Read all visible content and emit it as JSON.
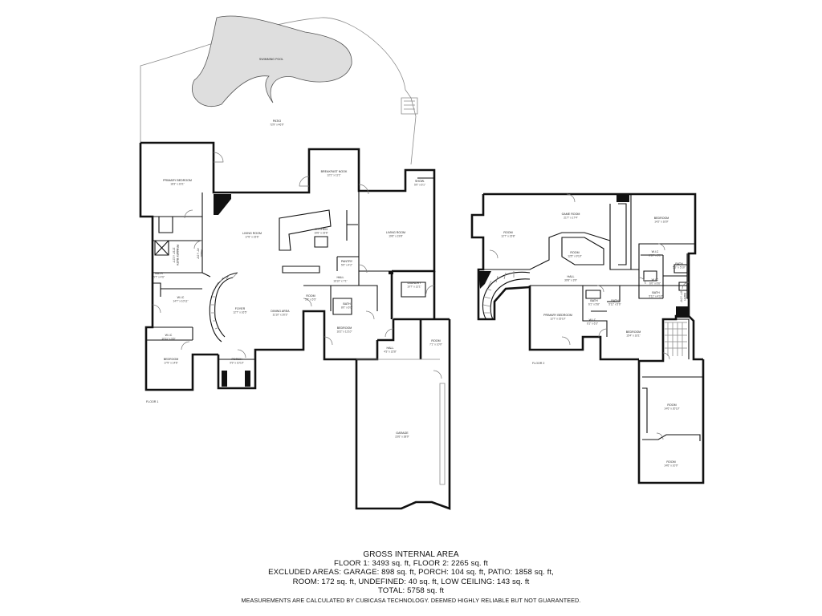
{
  "rooms": [
    {
      "id": "swimming_pool",
      "name": "SWIMMING POOL",
      "dim": ""
    },
    {
      "id": "patio",
      "name": "PATIO",
      "dim": "72'9\" x 46'9\""
    },
    {
      "id": "primary_bedroom_1",
      "name": "PRIMARY BEDROOM",
      "dim": "18'3\" x 23'1\""
    },
    {
      "id": "breakfast_nook",
      "name": "BREAKFAST NOOK",
      "dim": "12'1\" x 11'1\""
    },
    {
      "id": "shower",
      "name": "SHOW.",
      "dim": "5'0\" x 6'1\""
    },
    {
      "id": "living_room_main",
      "name": "LIVING ROOM",
      "dim": "17'6\" x 15'6\""
    },
    {
      "id": "kitchen",
      "name": "KITCHEN",
      "dim": "19'6\" x 15'6\""
    },
    {
      "id": "living_room_east",
      "name": "LIVING ROOM",
      "dim": "19'6\" x 19'8\""
    },
    {
      "id": "primary_bath",
      "name": "PRIMARY BATH",
      "dim": "15'10\" x 12'9\""
    },
    {
      "id": "hall_1a",
      "name": "HALL",
      "dim": "4'0\" x 3'8\""
    },
    {
      "id": "pantry",
      "name": "PANTRY",
      "dim": "5'0\" x 4'2\""
    },
    {
      "id": "hall_1b",
      "name": "HALL",
      "dim": "16'10\" x 7'1\""
    },
    {
      "id": "laundry",
      "name": "LAUNDRY",
      "dim": "10'7\" x 12'1\""
    },
    {
      "id": "bath_1a",
      "name": "BATH",
      "dim": "5'7\" x 4'6\""
    },
    {
      "id": "wic_1a",
      "name": "W.I.C",
      "dim": "14'7\" x 10'11\""
    },
    {
      "id": "room_small",
      "name": "ROOM",
      "dim": "5'8\" x 5'5\""
    },
    {
      "id": "bath_1b",
      "name": "BATH",
      "dim": "8'0\" x 6'0\""
    },
    {
      "id": "foyer",
      "name": "FOYER",
      "dim": "12'7\" x 16'5\""
    },
    {
      "id": "dining_area",
      "name": "DINING AREA",
      "dim": "11'10\" x 20'3\""
    },
    {
      "id": "bedroom_1a",
      "name": "BEDROOM",
      "dim": "16'2\" x 11'10\""
    },
    {
      "id": "wic_1b",
      "name": "W.I.C",
      "dim": "10'11\" x 5'6\""
    },
    {
      "id": "room_1b",
      "name": "ROOM",
      "dim": "7'1\" x 10'0\""
    },
    {
      "id": "hall_1c",
      "name": "HALL",
      "dim": "4'3\" x 22'8\""
    },
    {
      "id": "bedroom_1b",
      "name": "BEDROOM",
      "dim": "17'9\" x 14'6\""
    },
    {
      "id": "porch",
      "name": "PORCH",
      "dim": "9'9\" x 10'10\""
    },
    {
      "id": "garage",
      "name": "GARAGE",
      "dim": "23'6\" x 38'9\""
    },
    {
      "id": "game_room",
      "name": "GAME ROOM",
      "dim": "21'7\" x 17'4\""
    },
    {
      "id": "room_2a",
      "name": "ROOM",
      "dim": "12'7\" x 15'8\""
    },
    {
      "id": "bedroom_2a",
      "name": "BEDROOM",
      "dim": "14'2\" x 16'9\""
    },
    {
      "id": "room_2b",
      "name": "ROOM",
      "dim": "12'5\" x 9'10\""
    },
    {
      "id": "wic_2a",
      "name": "W.I.C",
      "dim": "6'10\" x 5'1\""
    },
    {
      "id": "bath_2a",
      "name": "BATH",
      "dim": "5'3\" x 5'10\""
    },
    {
      "id": "hall_2",
      "name": "HALL",
      "dim": "30'8\" x 3'9\""
    },
    {
      "id": "wic_2b",
      "name": "W.I.C",
      "dim": "6'0\" x 6'6\""
    },
    {
      "id": "bath_2b",
      "name": "BATH",
      "dim": "6'1\" x 5'8\""
    },
    {
      "id": "bath_2c",
      "name": "BATH",
      "dim": "5'11\" x 5'6\""
    },
    {
      "id": "bath_2d",
      "name": "BATH",
      "dim": "5'11\" x 4'10\""
    },
    {
      "id": "bath_2e",
      "name": "BATH",
      "dim": "8'7\" x 5'6\""
    },
    {
      "id": "primary_bedroom_2",
      "name": "PRIMARY BEDROOM",
      "dim": "12'7\" x 15'10\""
    },
    {
      "id": "wic_2c",
      "name": "W.I.C",
      "dim": "6'1\" x 6'3\""
    },
    {
      "id": "bedroom_2b",
      "name": "BEDROOM",
      "dim": "15'4\" x 16'1\""
    },
    {
      "id": "room_2c",
      "name": "ROOM",
      "dim": "14'6\" x 20'10\""
    },
    {
      "id": "room_2d",
      "name": "ROOM",
      "dim": "14'6\" x 10'0\""
    }
  ],
  "floor_labels": {
    "floor1": "FLOOR 1",
    "floor2": "FLOOR 2"
  },
  "summary": {
    "heading": "GROSS INTERNAL AREA",
    "line1": "FLOOR 1: 3493 sq. ft, FLOOR 2: 2265 sq. ft",
    "line2": "EXCLUDED AREAS: GARAGE: 898 sq. ft, PORCH: 104 sq. ft, PATIO: 1858 sq. ft,",
    "line3": "ROOM: 172 sq. ft, UNDEFINED: 40 sq. ft, LOW CEILING: 143 sq. ft",
    "line4": "TOTAL: 5758 sq. ft",
    "note": "MEASUREMENTS ARE CALCULATED BY CUBICASA TECHNOLOGY. DEEMED HIGHLY RELIABLE BUT NOT GUARANTEED."
  }
}
